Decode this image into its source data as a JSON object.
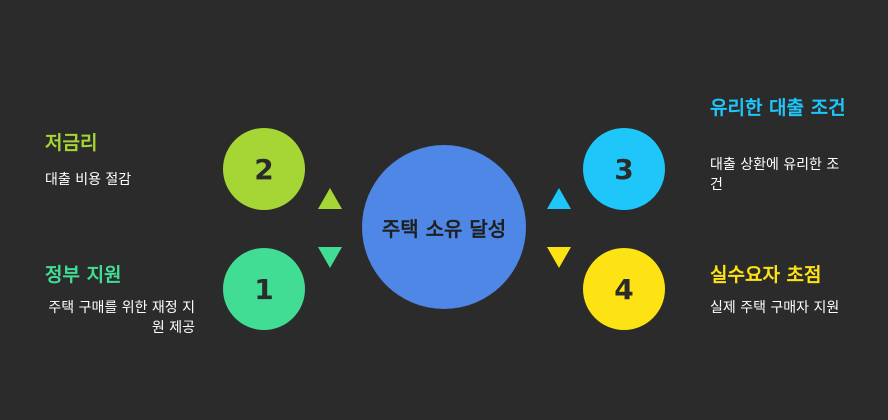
{
  "center": {
    "label": "주택 소유 달성"
  },
  "items": [
    {
      "number": "1",
      "title": "정부 지원",
      "description": "주택 구매를 위한 재정 지원 제공",
      "color": "#42dd95"
    },
    {
      "number": "2",
      "title": "저금리",
      "description": "대출 비용 절감",
      "color": "#a5d635"
    },
    {
      "number": "3",
      "title": "유리한 대출 조건",
      "description": "대출 상환에 유리한 조건",
      "color": "#1ec6fa"
    },
    {
      "number": "4",
      "title": "실수요자 초점",
      "description": "실제 주택 구매자 지원",
      "color": "#fde313"
    }
  ],
  "colors": {
    "background": "#2b2b2b",
    "center": "#4e87e6"
  }
}
